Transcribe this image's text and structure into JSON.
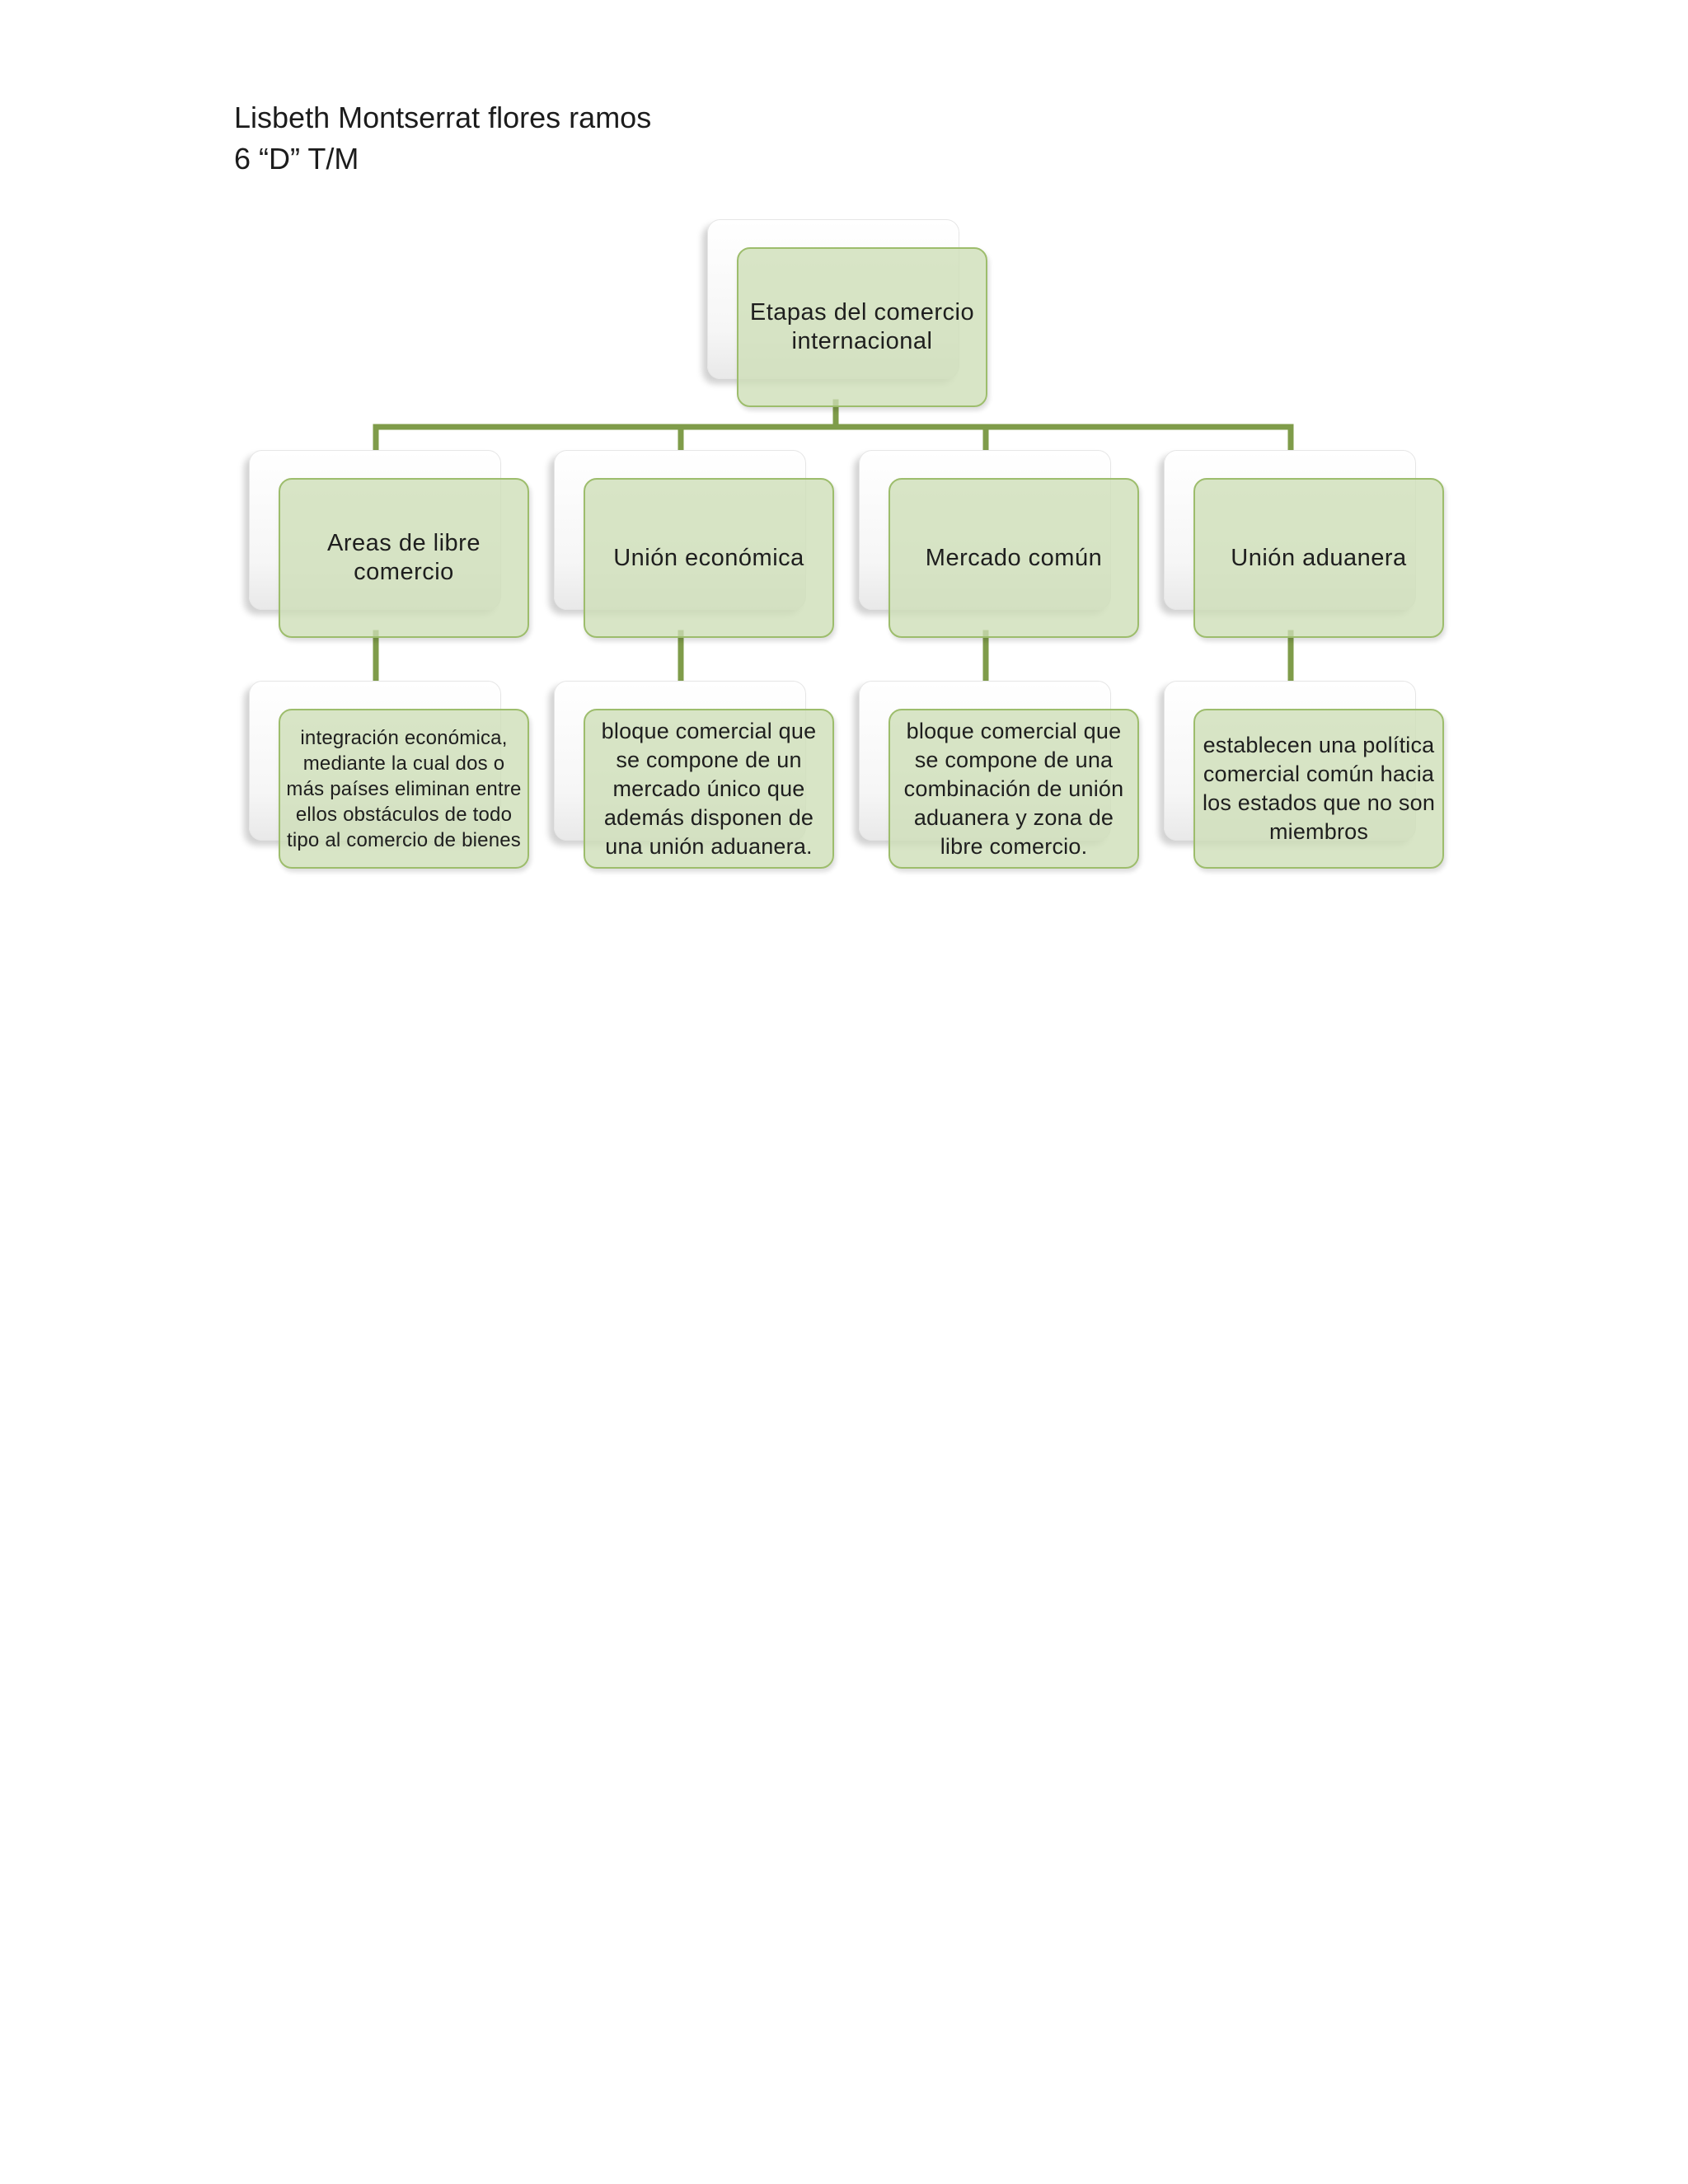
{
  "header": {
    "name_line": "Lisbeth Montserrat  flores ramos",
    "group_line": "6 “D” T/M"
  },
  "diagram": {
    "root": {
      "label": "Etapas del comercio internacional"
    },
    "stages": [
      {
        "label": "Areas de libre comercio",
        "description": "integración económica, mediante la cual dos o más países eliminan entre ellos obstáculos de todo tipo al comercio de bienes"
      },
      {
        "label": "Unión económica",
        "description": "bloque comercial que se compone de un mercado único que además disponen de una unión aduanera."
      },
      {
        "label": "Mercado común",
        "description": "bloque comercial que se compone de una combinación de unión aduanera y zona de libre comercio."
      },
      {
        "label": "Unión aduanera",
        "description": "establecen una política comercial común hacia los estados que no son miembros"
      }
    ],
    "colors": {
      "connector": "#7f9c4a",
      "card_fill": "#cddeb6",
      "card_border": "#9dbd6c"
    }
  }
}
